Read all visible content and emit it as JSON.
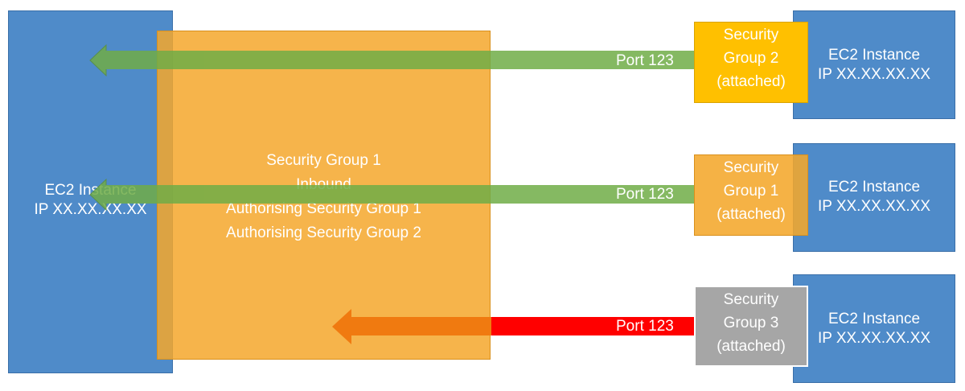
{
  "left_instance": {
    "title": "EC2 Instance",
    "ip": "IP XX.XX.XX.XX"
  },
  "security_group_1_rules": {
    "lines": [
      "Security Group 1",
      "Inbound",
      "Authorising Security Group 1",
      "Authorising Security Group 2"
    ]
  },
  "rows": [
    {
      "port_label": "Port 123",
      "security_group": [
        "Security",
        "Group 2",
        "(attached)"
      ],
      "instance_title": "EC2 Instance",
      "instance_ip": "IP XX.XX.XX.XX",
      "arrow_color": "#70AD47",
      "sg_color": "#FFC000",
      "allowed": true
    },
    {
      "port_label": "Port 123",
      "security_group": [
        "Security",
        "Group 1",
        "(attached)"
      ],
      "instance_title": "EC2 Instance",
      "instance_ip": "IP XX.XX.XX.XX",
      "arrow_color": "#70AD47",
      "sg_color": "#F4B043",
      "allowed": true
    },
    {
      "port_label": "Port 123",
      "security_group": [
        "Security",
        "Group 3",
        "(attached)"
      ],
      "instance_title": "EC2 Instance",
      "instance_ip": "IP XX.XX.XX.XX",
      "arrow_color": "#FF0000",
      "arrow_head_color": "#F07A10",
      "sg_color": "#A6A6A6",
      "allowed": false
    }
  ],
  "colors": {
    "instance_blue": "#4F8BC9",
    "sg_orange": "#F4A72B",
    "allow_green": "#70AD47",
    "deny_red": "#FF0000",
    "deny_orange": "#F07A10"
  }
}
